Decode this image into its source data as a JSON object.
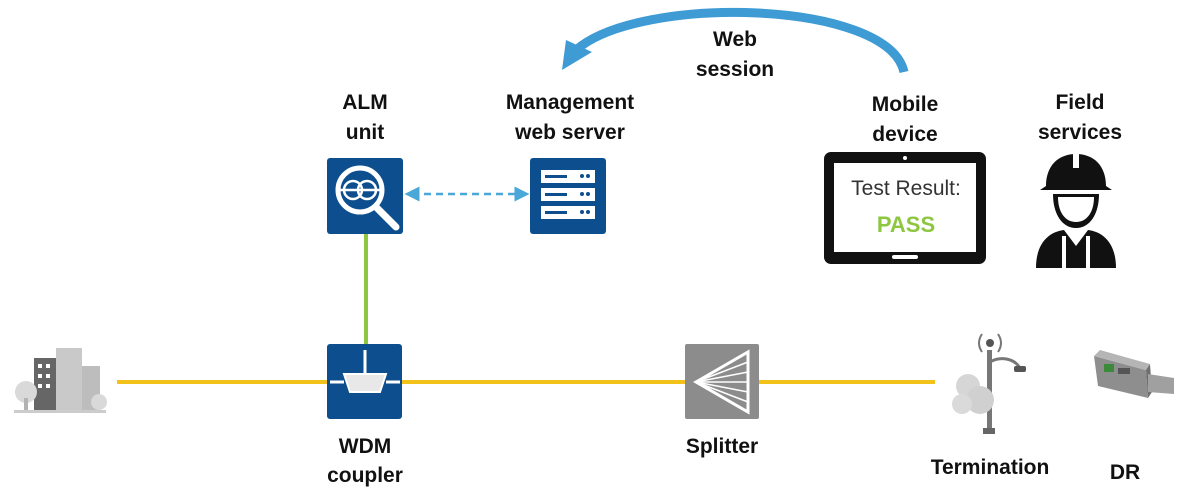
{
  "labels": {
    "web_session_line1": "Web",
    "web_session_line2": "session",
    "alm_line1": "ALM",
    "alm_line2": "unit",
    "mgmt_line1": "Management",
    "mgmt_line2": "web server",
    "mobile_line1": "Mobile",
    "mobile_line2": "device",
    "field_line1": "Field",
    "field_line2": "services",
    "wdm_line1": "WDM",
    "wdm_line2": "coupler",
    "splitter": "Splitter",
    "termination": "Termination",
    "dr": "DR"
  },
  "tablet": {
    "line1": "Test Result:",
    "line2": "PASS"
  },
  "colors": {
    "fiber": "#f2c21b",
    "alm_link": "#8dc63f",
    "dashed_link": "#4aa8d8",
    "arc": "#3f9bd4",
    "device_blue": "#0d4f8e",
    "pass": "#8dc63f",
    "splitter": "#8c8c8c"
  },
  "icons": {
    "building": "building-icon",
    "alm": "alm-unit-icon",
    "server": "server-icon",
    "tablet": "tablet-icon",
    "field_worker": "worker-icon",
    "wdm": "wdm-coupler-icon",
    "splitter": "splitter-icon",
    "antenna_pole": "antenna-pole-icon",
    "dr": "dr-module-icon"
  }
}
